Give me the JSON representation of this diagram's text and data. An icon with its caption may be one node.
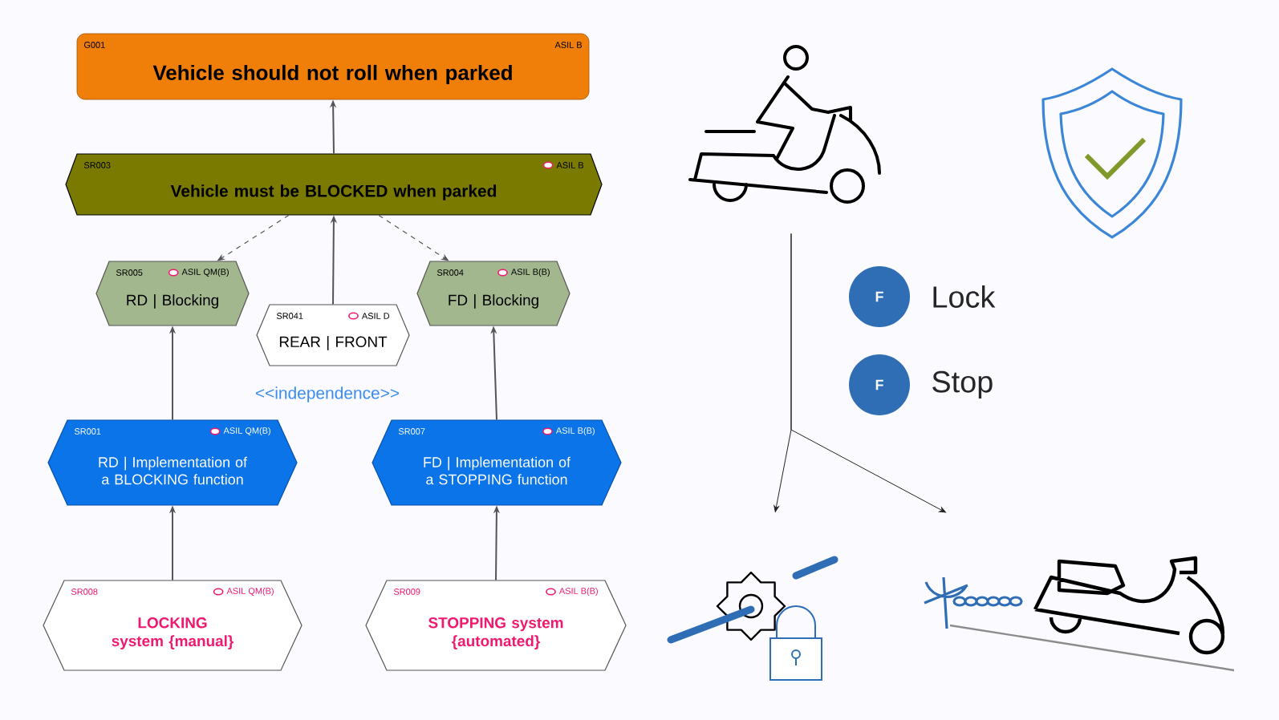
{
  "diagram": {
    "nodes": [
      {
        "text": [
          "G001",
          "ASIL B",
          "Vehicle should not roll when parked"
        ]
      },
      {
        "text": [
          "SR003",
          "ASIL B",
          "Vehicle must be BLOCKED when parked"
        ]
      },
      {
        "text": [
          "SR005",
          "ASIL QM(B)",
          "RD | Blocking"
        ]
      },
      {
        "text": [
          "SR041",
          "ASIL D",
          "REAR | FRONT"
        ]
      },
      {
        "text": [
          "SR004",
          "ASIL B(B)",
          "FD | Blocking"
        ]
      },
      {
        "text": [
          "SR001",
          "ASIL QM(B)",
          "RD | Implementation of a BLOCKING function"
        ]
      },
      {
        "text": [
          "SR007",
          "ASIL B(B)",
          "FD | Implementation of a STOPPING function"
        ]
      },
      {
        "text": [
          "SR008",
          "ASIL QM(B)",
          "LOCKING system {manual}"
        ]
      },
      {
        "text": [
          "SR009",
          "ASIL B(B)",
          "STOPPING system {automated}"
        ]
      },
      {
        "text": [],
        "shape": "picture"
      },
      {
        "text": [
          "F"
        ],
        "beside": [
          "Lock"
        ]
      },
      {
        "text": [
          "F"
        ],
        "beside": [
          "Stop"
        ]
      },
      {
        "text": [],
        "shape": "picture"
      },
      {
        "text": [],
        "shape": "picture"
      }
    ],
    "edges": [
      {
        "from": 1,
        "to": 0,
        "arrow": "to"
      },
      {
        "from": 1,
        "to": 2,
        "arrow": "to",
        "style": "dashed"
      },
      {
        "from": 3,
        "to": 1,
        "arrow": "to"
      },
      {
        "from": 1,
        "to": 4,
        "arrow": "to",
        "style": "dashed"
      },
      {
        "from": 5,
        "to": 2,
        "arrow": "to"
      },
      {
        "from": 6,
        "to": 4,
        "arrow": "to"
      },
      {
        "from": 7,
        "to": 5,
        "arrow": "to"
      },
      {
        "from": 8,
        "to": 6,
        "arrow": "to"
      },
      {
        "from": 9,
        "to": 12,
        "arrow": "to",
        "color": "#222222"
      },
      {
        "from": 9,
        "to": 13,
        "arrow": "to",
        "color": "#222222"
      }
    ],
    "labels": [
      "<<independence>>"
    ]
  }
}
